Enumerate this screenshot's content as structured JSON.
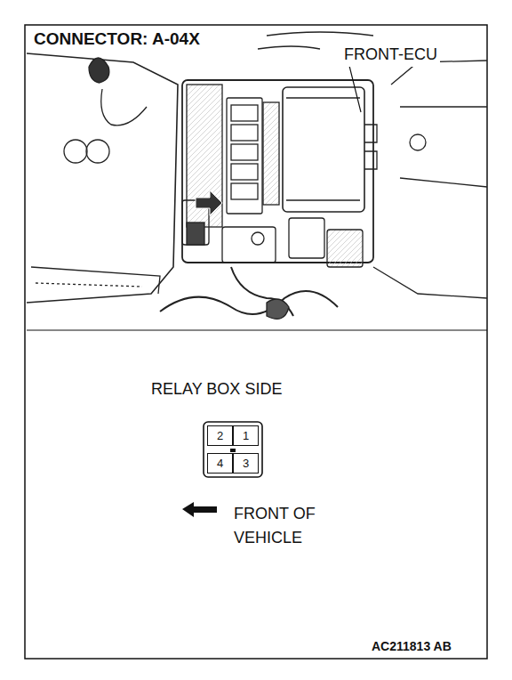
{
  "diagram": {
    "title": "CONNECTOR: A-04X",
    "nodes": [
      {
        "text": [
          "2"
        ]
      },
      {
        "text": [
          "1"
        ]
      },
      {
        "text": [
          "4"
        ]
      },
      {
        "text": [
          "3"
        ]
      }
    ],
    "labels": [
      "FRONT-ECU",
      "RELAY BOX SIDE",
      "FRONT OF VEHICLE",
      "AC211813 AB"
    ]
  }
}
